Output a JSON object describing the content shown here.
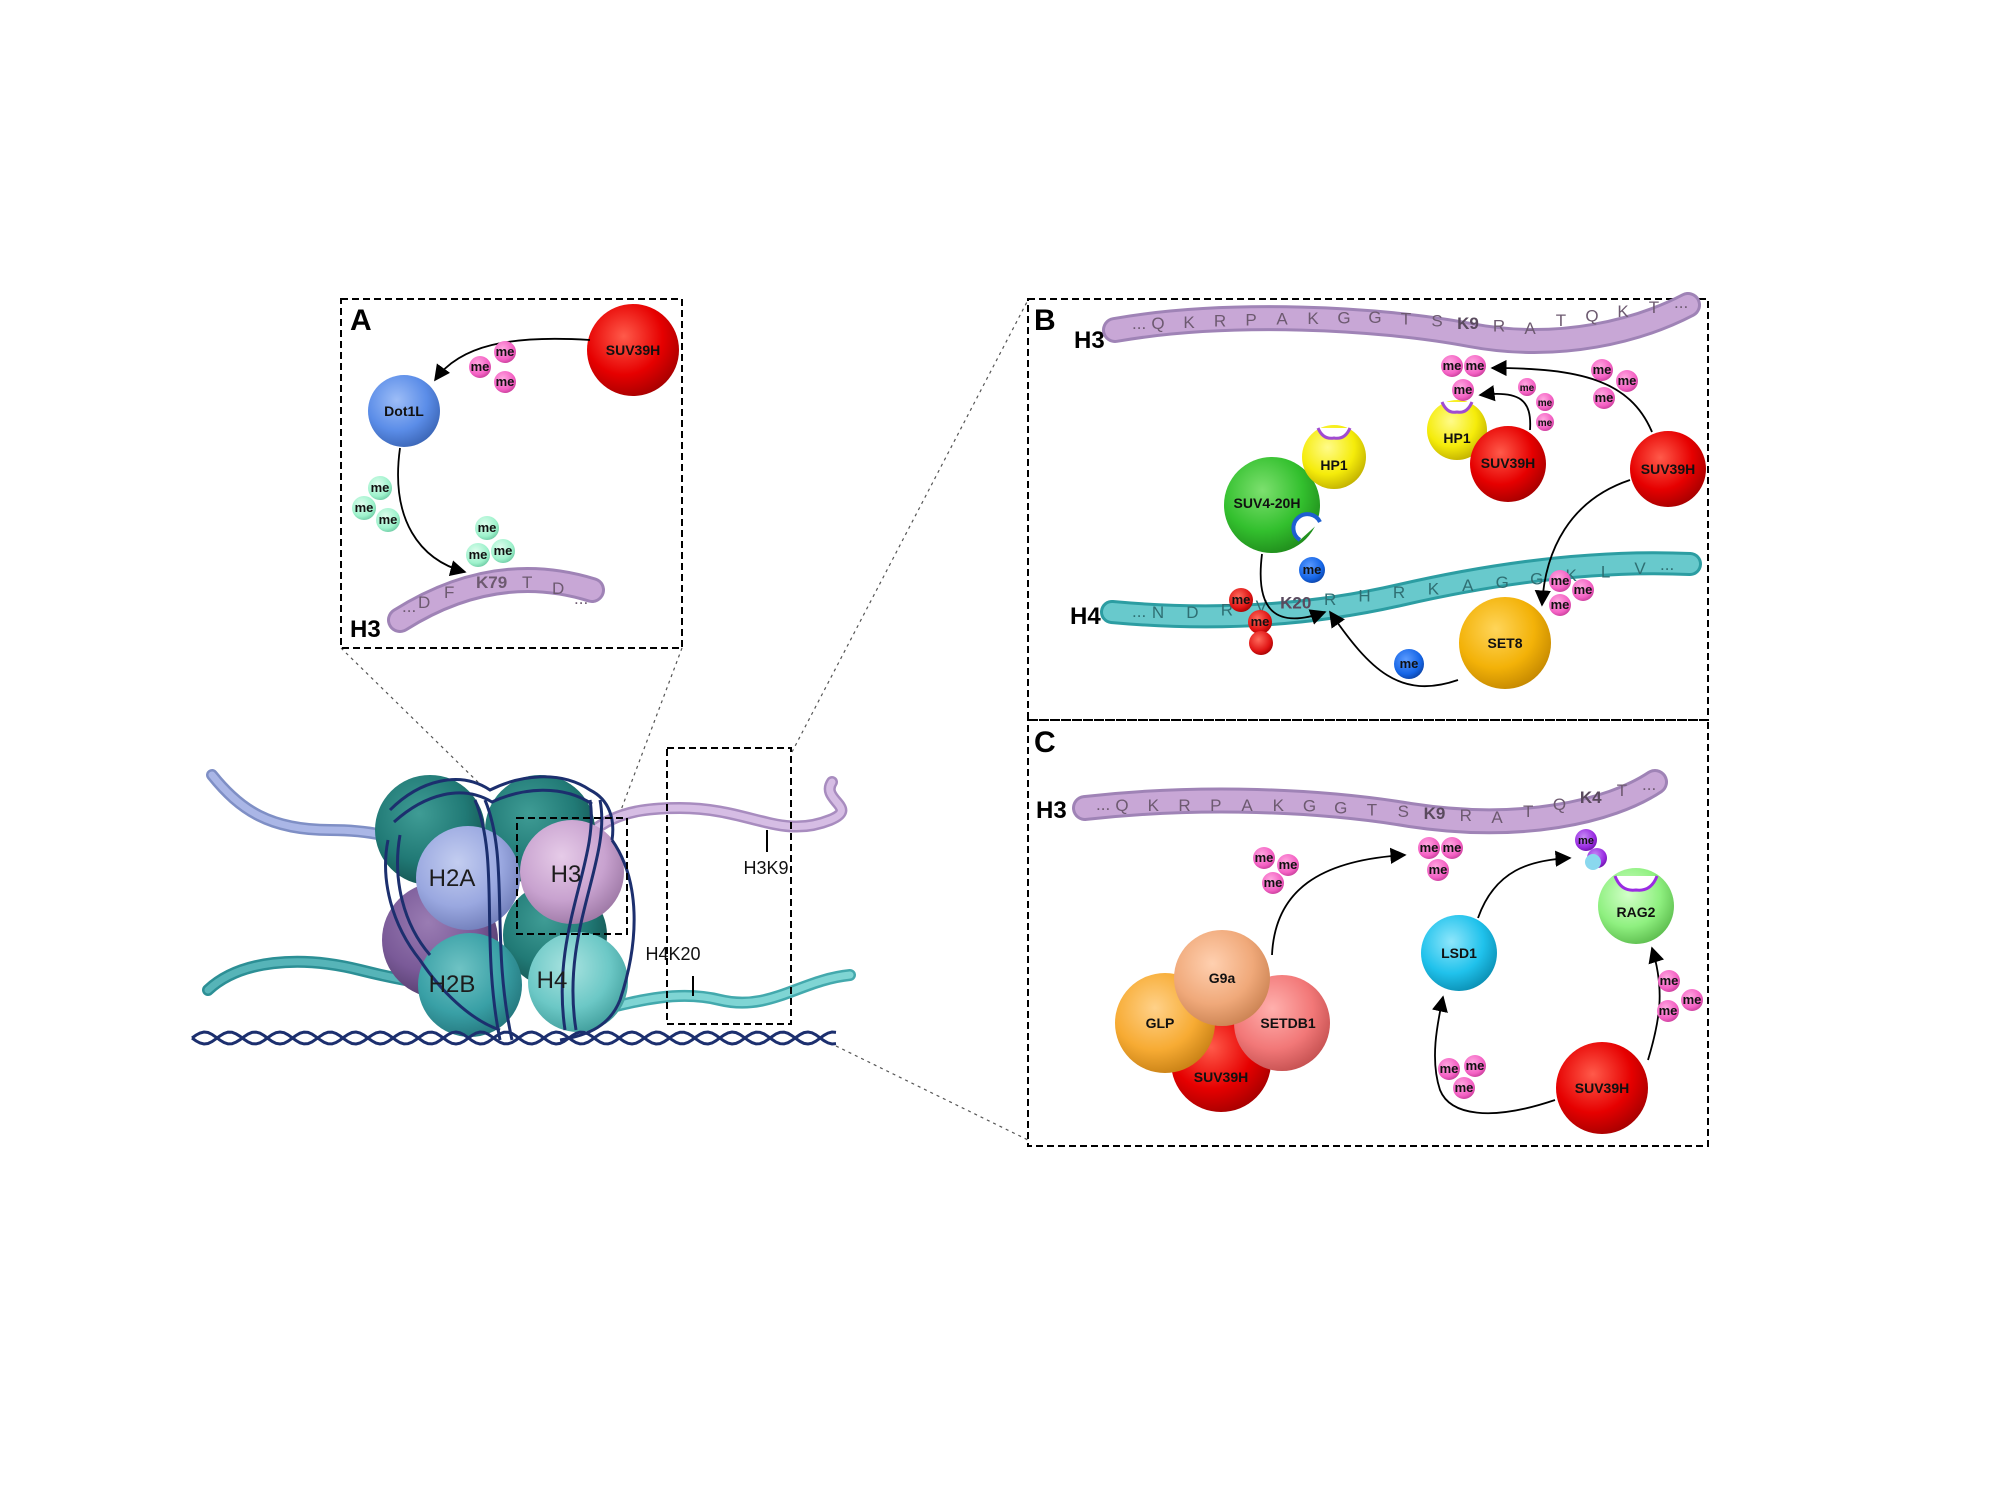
{
  "panels": {
    "a": "A",
    "b": "B",
    "c": "C"
  },
  "me": "me",
  "ellipsis": "...",
  "nucleosome": {
    "h2a": "H2A",
    "h2b": "H2B",
    "h3": "H3",
    "h4": "H4",
    "site_h3k9": "H3K9",
    "site_h4k20": "H4K20"
  },
  "panel_a": {
    "tail_label": "H3",
    "seq": [
      "D",
      "F",
      "K79",
      "T",
      "D"
    ],
    "suv39h": "SUV39H",
    "dot1l": "Dot1L"
  },
  "panel_b": {
    "h3_label": "H3",
    "h3_seq": [
      "Q",
      "K",
      "R",
      "P",
      "A",
      "K",
      "G",
      "G",
      "T",
      "S",
      "K9",
      "R",
      "A",
      "T",
      "Q",
      "K",
      "T"
    ],
    "h4_label": "H4",
    "h4_seq": [
      "N",
      "D",
      "R",
      "V",
      "K20",
      "R",
      "H",
      "R",
      "K",
      "A",
      "G",
      "G",
      "K",
      "L",
      "V"
    ],
    "hp1_left": "HP1",
    "hp1_right": "HP1",
    "suv4_20h": "SUV4-20H",
    "suv39h_mid": "SUV39H",
    "suv39h_right": "SUV39H",
    "set8": "SET8"
  },
  "panel_c": {
    "h3_label": "H3",
    "h3_seq": [
      "Q",
      "K",
      "R",
      "P",
      "A",
      "K",
      "G",
      "G",
      "T",
      "S",
      "K9",
      "R",
      "A",
      "T",
      "Q",
      "K4",
      "T"
    ],
    "g9a": "G9a",
    "glp": "GLP",
    "setdb1": "SETDB1",
    "suv39h_complex": "SUV39H",
    "lsd1": "LSD1",
    "rag2": "RAG2",
    "suv39h": "SUV39H"
  },
  "colors": {
    "suv39h": "#ee0000",
    "dot1l": "#5b8de8",
    "hp1": "#f5ec0a",
    "suv4_20h": "#33c02e",
    "set8": "#f3b208",
    "g9a": "#f0a97a",
    "glp": "#f7ab33",
    "setdb1": "#f27878",
    "lsd1": "#20c2ec",
    "rag2": "#8ff080",
    "me_pink": "#f461c4",
    "me_green": "#9ef2cc",
    "me_blue": "#1565e6",
    "me_red": "#e01414",
    "me_purple": "#9a2be2",
    "h3_tail": "#c8a7d6",
    "h4_tail": "#62c4c8"
  }
}
